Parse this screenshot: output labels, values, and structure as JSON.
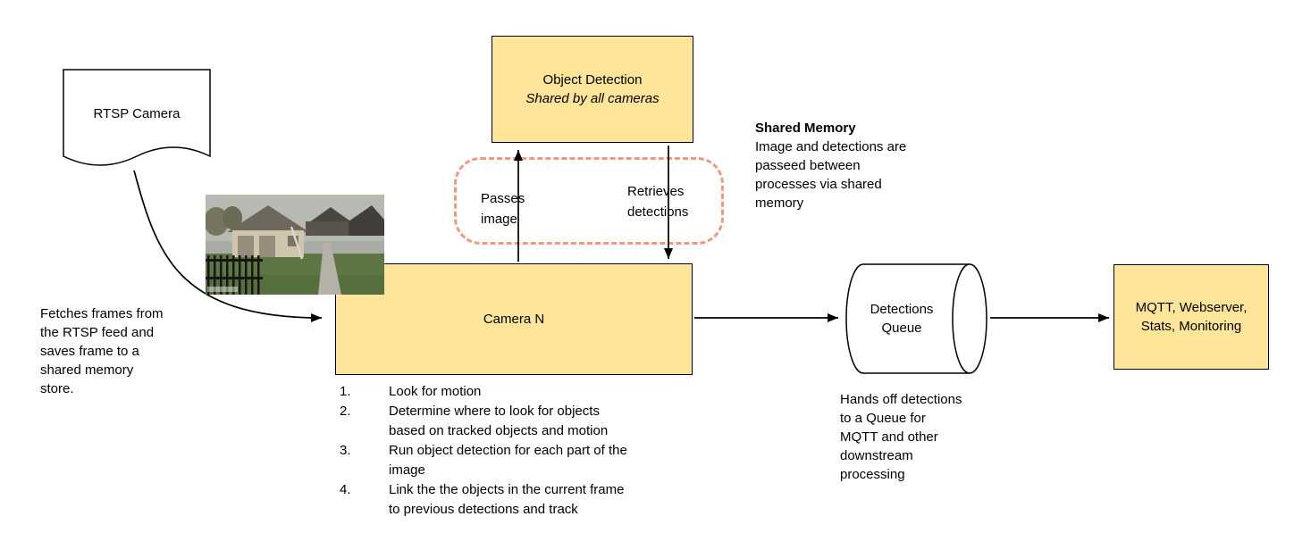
{
  "colors": {
    "node_fill": "#ffe599",
    "node_border": "#000000",
    "shared_memory_dash": "#f0997d",
    "arrow": "#000000",
    "background": "#ffffff"
  },
  "nodes": {
    "rtsp_camera": {
      "label": "RTSP Camera"
    },
    "object_detection": {
      "title": "Object Detection",
      "subtitle": "Shared by all cameras"
    },
    "camera_n": {
      "label": "Camera N"
    },
    "detections_queue": {
      "label": "Detections\nQueue"
    },
    "outputs": {
      "label": "MQTT, Webserver, Stats, Monitoring"
    }
  },
  "edge_labels": {
    "passes_image": "Passes\nimage",
    "retrieves_detections": "Retrieves\ndetections"
  },
  "annotations": {
    "shared_memory_title": "Shared Memory",
    "shared_memory_body": "Image and detections are passeed between processes via shared memory",
    "fetch_note": "Fetches frames from the RTSP feed and saves frame to a shared memory store.",
    "queue_note": "Hands off detections to a Queue for MQTT and other downstream processing"
  },
  "steps": [
    {
      "num": "1.",
      "text": "Look for motion"
    },
    {
      "num": "2.",
      "text": "Determine where to look for objects based on tracked objects and motion"
    },
    {
      "num": "3.",
      "text": "Run object detection for each part of the image"
    },
    {
      "num": "4.",
      "text": "Link the the objects in the current frame to previous detections and track"
    }
  ]
}
